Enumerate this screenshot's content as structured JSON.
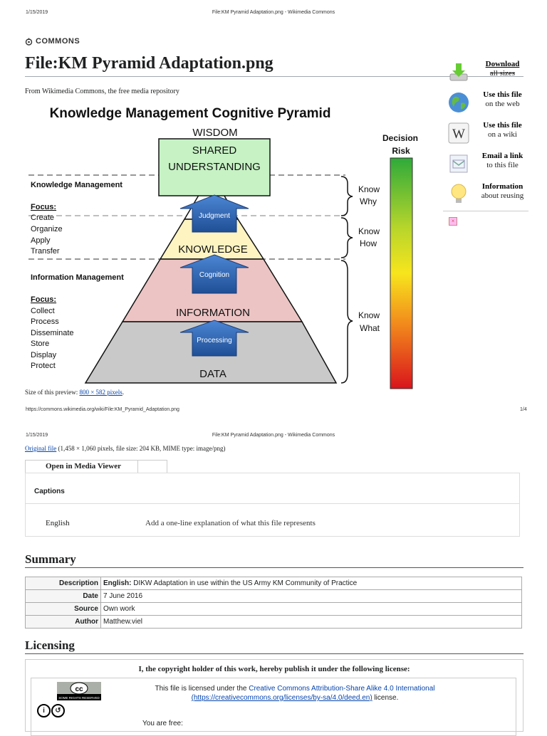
{
  "print_header": {
    "date": "1/15/2019",
    "title": "File:KM Pyramid Adaptation.png - Wikimedia Commons"
  },
  "print_footer": {
    "url": "https://commons.wikimedia.org/wiki/File:KM_Pyramid_Adaptation.png",
    "page": "1/4"
  },
  "site": {
    "logo_text": "COMMONS"
  },
  "page": {
    "title": "File:KM Pyramid Adaptation.png",
    "tagline": "From Wikimedia Commons, the free media repository"
  },
  "sidebar": [
    {
      "main": "Download",
      "sub": "all sizes",
      "icon": "download-icon"
    },
    {
      "main": "Use this file",
      "sub": "on the web",
      "icon": "globe-icon"
    },
    {
      "main": "Use this file",
      "sub": "on a wiki",
      "icon": "wikipedia-icon"
    },
    {
      "main": "Email a link",
      "sub": "to this file",
      "icon": "email-icon"
    },
    {
      "main": "Information",
      "sub": "about reusing",
      "icon": "lightbulb-icon"
    }
  ],
  "diagram": {
    "title": "Knowledge Management Cognitive Pyramid",
    "top_label": "WISDOM",
    "box_line1": "SHARED",
    "box_line2": "UNDERSTANDING",
    "levels": [
      "KNOWLEDGE",
      "INFORMATION",
      "DATA"
    ],
    "arrows": [
      "Judgment",
      "Cognition",
      "Processing"
    ],
    "km_heading": "Knowledge Management",
    "km_focus_label": "Focus:",
    "km_focus": [
      "Create",
      "Organize",
      "Apply",
      "Transfer"
    ],
    "im_heading": "Information Management",
    "im_focus_label": "Focus:",
    "im_focus": [
      "Collect",
      "Process",
      "Disseminate",
      "Store",
      "Display",
      "Protect"
    ],
    "know": [
      {
        "line1": "Know",
        "line2": "Why"
      },
      {
        "line1": "Know",
        "line2": "How"
      },
      {
        "line1": "Know",
        "line2": "What"
      }
    ],
    "decision_risk_line1": "Decision",
    "decision_risk_line2": "Risk"
  },
  "preview": {
    "prefix": "Size of this preview: ",
    "link": "800 × 582 pixels",
    "suffix": "."
  },
  "original": {
    "link": "Original file",
    "details": " (1,458 × 1,060 pixels, file size: 204 KB, MIME type: image/png)"
  },
  "media_viewer": {
    "label": "Open in Media Viewer"
  },
  "captions": {
    "heading": "Captions",
    "language": "English",
    "placeholder": "Add a one-line explanation of what this file represents"
  },
  "summary": {
    "heading": "Summary",
    "rows": [
      {
        "key": "Description",
        "lang": "English:",
        "value": " DIKW Adaptation in use within the US Army KM Community of Practice"
      },
      {
        "key": "Date",
        "lang": "",
        "value": "7 June 2016"
      },
      {
        "key": "Source",
        "lang": "",
        "value": "Own work"
      },
      {
        "key": "Author",
        "lang": "",
        "value": "Matthew.viel"
      }
    ]
  },
  "licensing": {
    "heading": "Licensing",
    "intro": "I, the copyright holder of this work, hereby publish it under the following license:",
    "badge_text": "cc",
    "badge_sub": "SOME RIGHTS RESERVED",
    "text_prefix": "This file is licensed under the ",
    "license_link": "Creative Commons Attribution-Share Alike 4.0 International",
    "url_link": "(https://creativecommons.org/licenses/by-sa/4.0/deed.en)",
    "text_suffix": " license.",
    "you_are_free": "You are free:"
  }
}
